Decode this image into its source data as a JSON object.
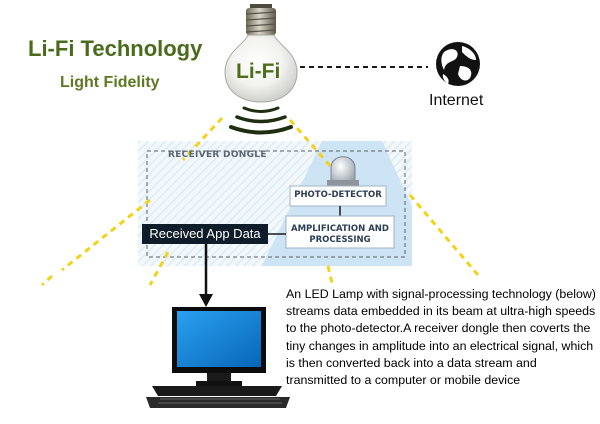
{
  "title": "Li-Fi Technology",
  "subtitle": "Light Fidelity",
  "bulb_label": "Li-Fi",
  "internet_label": "Internet",
  "receiver": {
    "dongle_label": "RECEIVER DONGLE",
    "photo_detector_label": "PHOTO-DETECTOR",
    "amplification_label": "AMPLIFICATION AND PROCESSING"
  },
  "received_app_data_label": "Received App Data",
  "description": "An LED Lamp with signal-processing technology (below) streams data embedded in its beam at ultra-high speeds to the photo-detector.A receiver dongle then coverts the tiny changes in amplitude into an electrical signal, which is then converted back into a data stream and transmitted to a computer or mobile device",
  "colors": {
    "title_green": "#4a6b1c",
    "light_beam_yellow": "#f2d21a",
    "receiver_blue": "#cfe6f5",
    "monitor_screen_blue": "#0a7fd2"
  },
  "icons": [
    "light-bulb-icon",
    "globe-icon",
    "computer-icon",
    "photo-detector-icon"
  ]
}
